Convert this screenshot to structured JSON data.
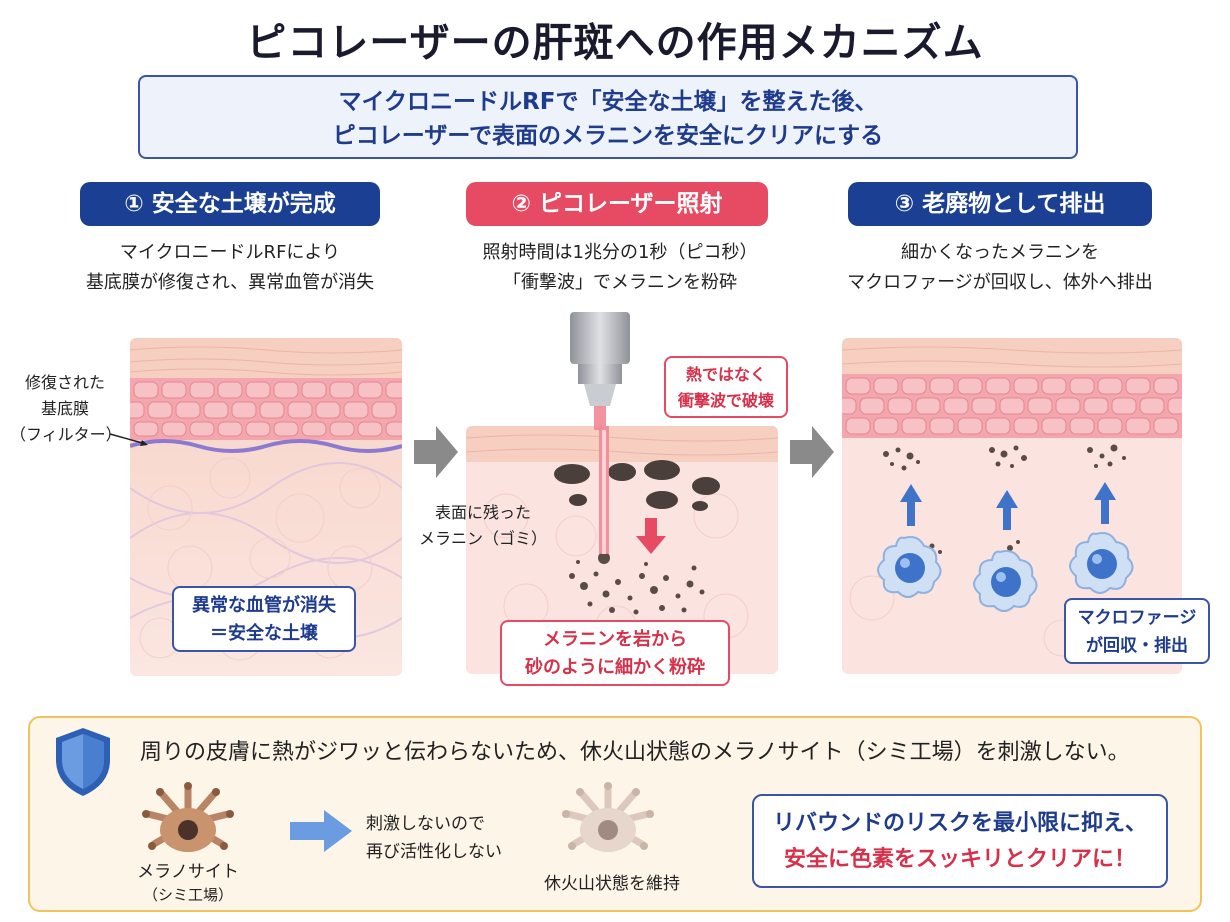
{
  "title": "ピコレーザーの肝斑への作用メカニズム",
  "summary": {
    "line1": "マイクロニードルRFで「安全な土壌」を整えた後、",
    "line2": "ピコレーザーで表面のメラニンを安全にクリアにする"
  },
  "steps": [
    {
      "label": "① 安全な土壌が完成",
      "desc1": "マイクロニードルRFにより",
      "desc2": "基底膜が修復され、異常血管が消失"
    },
    {
      "label": "② ピコレーザー照射",
      "desc1": "照射時間は1兆分の1秒（ピコ秒）",
      "desc2": "「衝撃波」でメラニンを粉砕"
    },
    {
      "label": "③ 老廃物として排出",
      "desc1": "細かくなったメラニンを",
      "desc2": "マクロファージが回収し、体外へ排出"
    }
  ],
  "panel1": {
    "side_label": [
      "修復された",
      "基底膜",
      "（フィルター）"
    ],
    "callout": [
      "異常な血管が消失",
      "＝安全な土壌"
    ]
  },
  "panel2": {
    "heat_callout": [
      "熱ではなく",
      "衝撃波で破壊"
    ],
    "melanin_label": [
      "表面に残った",
      "メラニン（ゴミ）"
    ],
    "crush_callout": [
      "メラニンを岩から",
      "砂のように細かく粉砕"
    ]
  },
  "panel3": {
    "callout": [
      "マクロファージ",
      "が回収・排出"
    ]
  },
  "bottom": {
    "title": "周りの皮膚に熱がジワッと伝わらないため、休火山状態のメラノサイト（シミ工場）を刺激しない。",
    "melanocyte_label": "メラノサイト",
    "melanocyte_sub": "（シミ工場）",
    "arrow_text": [
      "刺激しないので",
      "再び活性化しない"
    ],
    "dormant_label": "休火山状態を維持",
    "risk": [
      "リバウンドのリスクを最小限に抑え、",
      "安全に色素をスッキリとクリアに！"
    ]
  },
  "colors": {
    "navy": "#1b3f93",
    "pink": "#e64b63",
    "skin": "#fbe3df",
    "gold": "#f0c35c"
  },
  "icons": [
    "shield-icon",
    "melanocyte-icon",
    "macrophage-icon",
    "laser-probe-icon",
    "arrow-right-icon",
    "arrow-up-icon",
    "arrow-down-icon"
  ]
}
